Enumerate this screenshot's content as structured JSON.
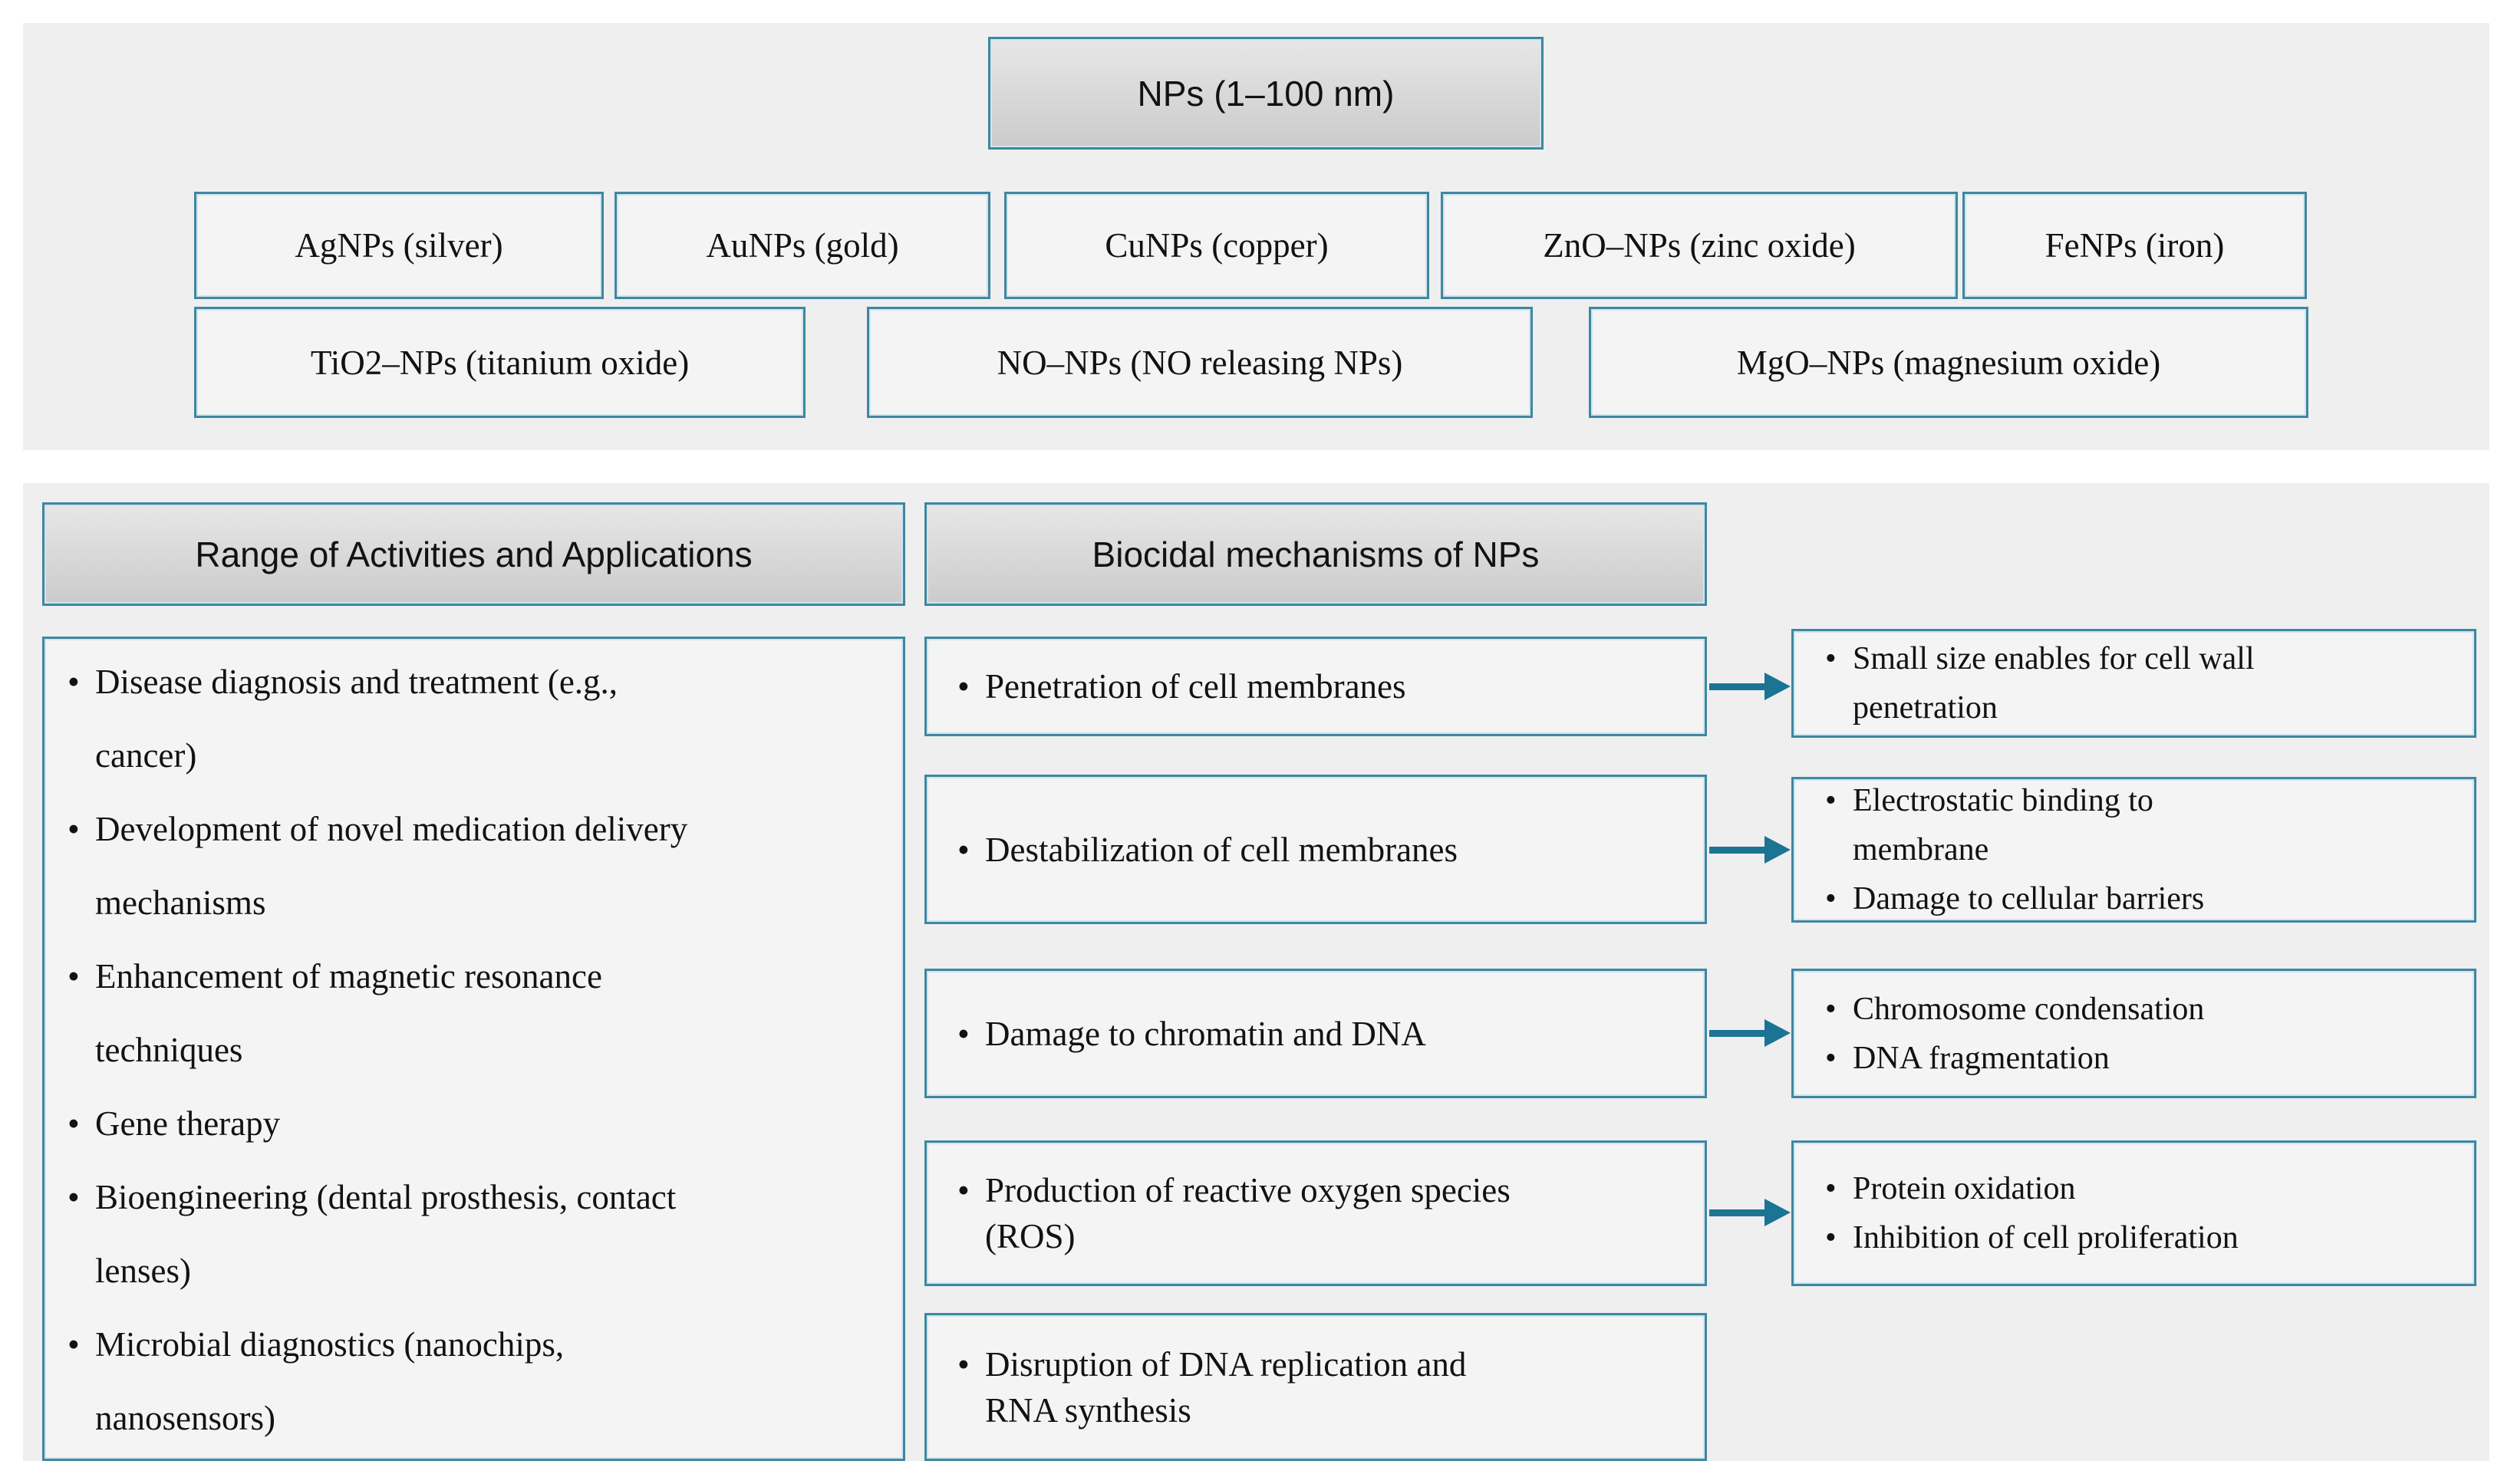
{
  "palette": {
    "page-bg": "#ffffff",
    "panel-bg": "#efefef",
    "box-fill": "#f4f4f4",
    "header-top": "#e7e7e7",
    "header-bottom": "#cbcbcb",
    "border": "#3f87a0",
    "border-inner": "#cfe5ee",
    "arrow": "#1b7493",
    "text": "#121212"
  },
  "top_panel": {
    "title": "NPs (1–100 nm)",
    "np_types": [
      "AgNPs (silver)",
      "AuNPs (gold)",
      "CuNPs (copper)",
      "ZnO–NPs (zinc oxide)",
      "FeNPs (iron)",
      "TiO2–NPs (titanium oxide)",
      "NO–NPs (NO releasing NPs)",
      "MgO–NPs (magnesium oxide)"
    ]
  },
  "applications": {
    "header": "Range of Activities and Applications",
    "items": [
      "Disease diagnosis and treatment (e.g.,\ncancer)",
      "Development of novel medication delivery\nmechanisms",
      "Enhancement of magnetic resonance\ntechniques",
      "Gene therapy",
      "Bioengineering (dental prosthesis, contact\nlenses)",
      "Microbial diagnostics (nanochips,\nnanosensors)"
    ]
  },
  "mechanisms": {
    "header": "Biocidal mechanisms of NPs",
    "boxes": [
      "Penetration of cell membranes",
      "Destabilization of cell membranes",
      "Damage to chromatin and DNA",
      "Production of reactive oxygen species\n(ROS)",
      "Disruption of DNA replication and\nRNA synthesis"
    ]
  },
  "effects": {
    "boxes": [
      {
        "items": [
          "Small size enables for cell wall\npenetration"
        ]
      },
      {
        "items": [
          "Electrostatic binding to\nmembrane",
          "Damage to cellular barriers"
        ]
      },
      {
        "items": [
          "Chromosome condensation",
          "DNA fragmentation"
        ]
      },
      {
        "items": [
          "Protein oxidation",
          "Inhibition of cell proliferation"
        ]
      }
    ]
  }
}
